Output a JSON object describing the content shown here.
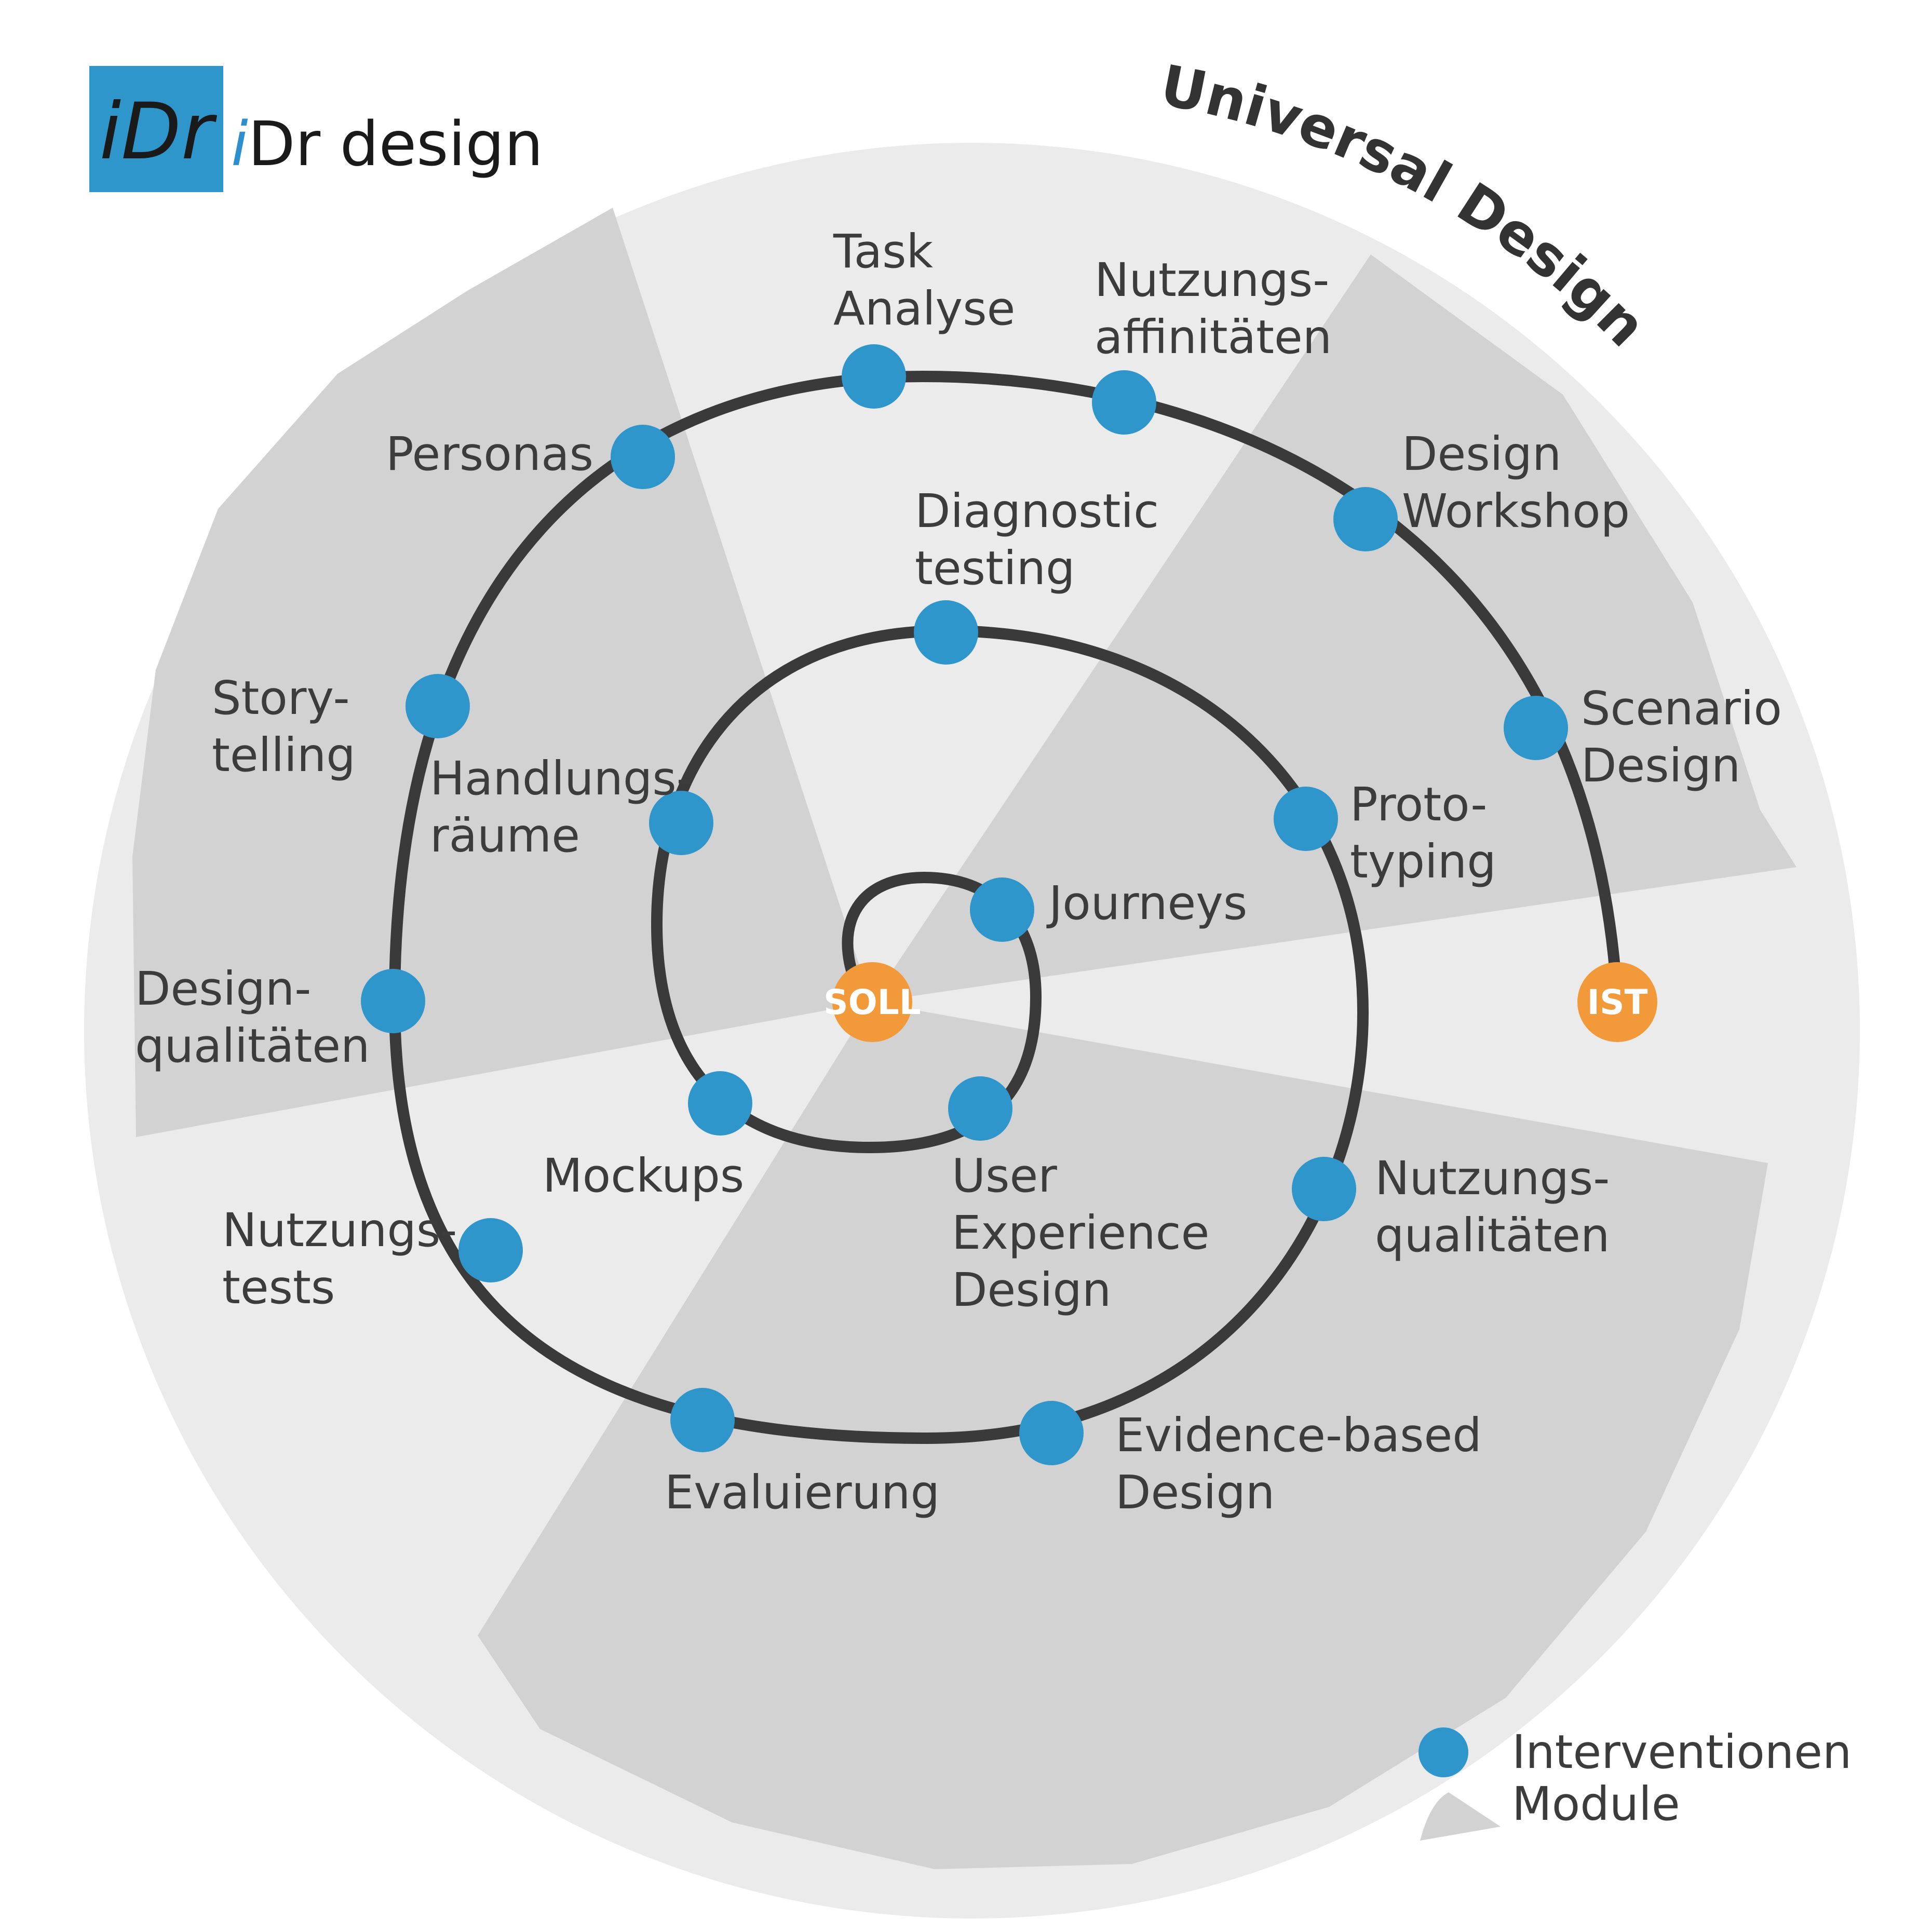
{
  "brand": {
    "logo_mark": "iDr",
    "name_i": "i",
    "name_rest": "Dr design"
  },
  "title": "Universal Design",
  "colors": {
    "outer_disc": "#ebebeb",
    "module": "#d2d2d2",
    "spiral": "#3a3a3a",
    "intervention": "#2f96cc",
    "state": "#f2993a",
    "logo_box": "#2f96cc"
  },
  "states": {
    "start": "IST",
    "goal": "SOLL"
  },
  "interventions": [
    {
      "id": "task-analyse",
      "lines": [
        "Task",
        "Analyse"
      ]
    },
    {
      "id": "nutzungsaffinitaeten",
      "lines": [
        "Nutzungs-",
        "affinitäten"
      ]
    },
    {
      "id": "personas",
      "lines": [
        "Personas"
      ]
    },
    {
      "id": "design-workshop",
      "lines": [
        "Design",
        "Workshop"
      ]
    },
    {
      "id": "diagnostic-testing",
      "lines": [
        "Diagnostic",
        "testing"
      ]
    },
    {
      "id": "storytelling",
      "lines": [
        "Story-",
        "telling"
      ]
    },
    {
      "id": "scenario-design",
      "lines": [
        "Scenario",
        "Design"
      ]
    },
    {
      "id": "handlungsraeume",
      "lines": [
        "Handlungs-",
        "räume"
      ]
    },
    {
      "id": "prototyping",
      "lines": [
        "Proto-",
        "typing"
      ]
    },
    {
      "id": "journeys",
      "lines": [
        "Journeys"
      ]
    },
    {
      "id": "designqualitaeten",
      "lines": [
        "Design-",
        "qualitäten"
      ]
    },
    {
      "id": "mockups",
      "lines": [
        "Mockups"
      ]
    },
    {
      "id": "user-experience-design",
      "lines": [
        "User",
        "Experience",
        "Design"
      ]
    },
    {
      "id": "nutzungsqualitaeten",
      "lines": [
        "Nutzungs-",
        "qualitäten"
      ]
    },
    {
      "id": "nutzungstests",
      "lines": [
        "Nutzungs-",
        "tests"
      ]
    },
    {
      "id": "evidence-based-design",
      "lines": [
        "Evidence-based",
        "Design"
      ]
    },
    {
      "id": "evaluierung",
      "lines": [
        "Evaluierung"
      ]
    }
  ],
  "legend": {
    "interventions": "Interventionen",
    "modules": "Module"
  }
}
